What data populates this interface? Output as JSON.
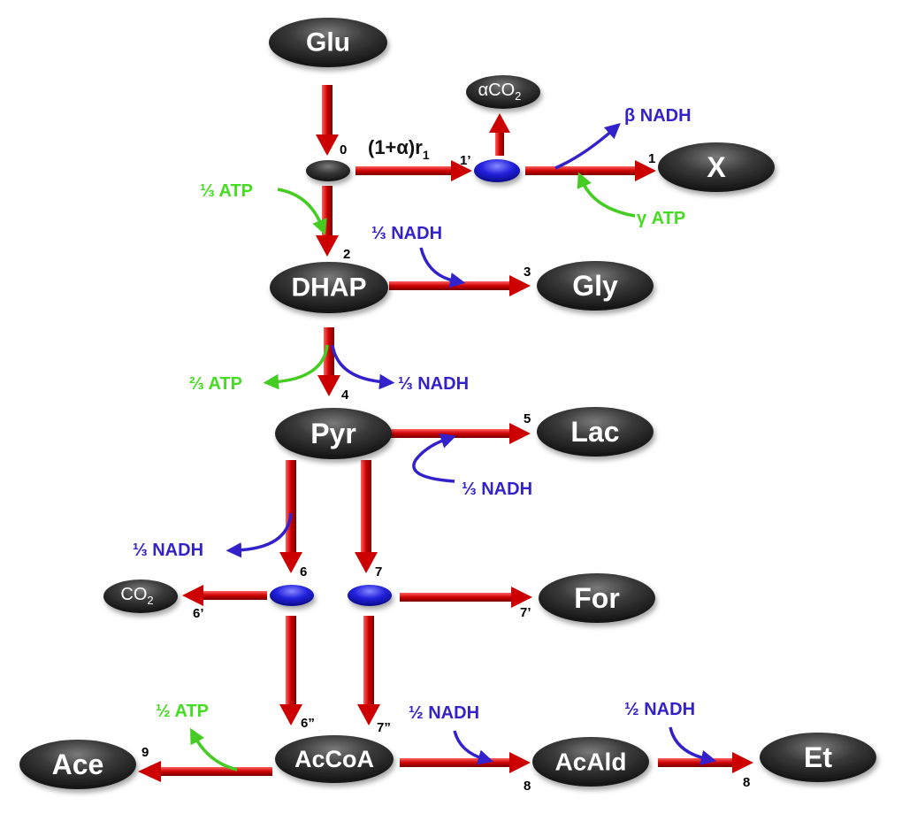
{
  "colors": {
    "node_dark": "#3a3a3a",
    "red_arrow": "#cc0000",
    "blue": "#3322cc",
    "green": "#44dd22",
    "blue_node": "#3333dd"
  },
  "metabolites": {
    "glu": "Glu",
    "x": "X",
    "dhap": "DHAP",
    "gly": "Gly",
    "pyr": "Pyr",
    "lac": "Lac",
    "co2": "CO",
    "co2_sub": "2",
    "for": "For",
    "ace": "Ace",
    "accoa": "AcCoA",
    "acald": "AcAld",
    "et": "Et",
    "aco2": "αCO",
    "aco2_sub": "2"
  },
  "flux_label": {
    "main": "(1+α)r",
    "sub": "1"
  },
  "reaction_numbers": {
    "r0": "0",
    "r1p": "1’",
    "r1": "1",
    "r2": "2",
    "r3": "3",
    "r4": "4",
    "r5": "5",
    "r6": "6",
    "r7": "7",
    "r6p": "6’",
    "r7p": "7’",
    "r6pp": "6”",
    "r7pp": "7”",
    "r8a": "8",
    "r8b": "8",
    "r9": "9"
  },
  "cofactors": {
    "beta_nadh": "β NADH",
    "gamma_atp": "γ ATP",
    "third_atp": "⅓ ATP",
    "third_nadh_dhap": "⅓ NADH",
    "twothirds_atp": "⅔ ATP",
    "third_nadh_pyr": "⅓ NADH",
    "third_nadh_lac": "⅓ NADH",
    "third_nadh_6": "⅓ NADH",
    "half_atp": "½ ATP",
    "half_nadh_acald": "½  NADH",
    "half_nadh_et": "½ NADH"
  }
}
